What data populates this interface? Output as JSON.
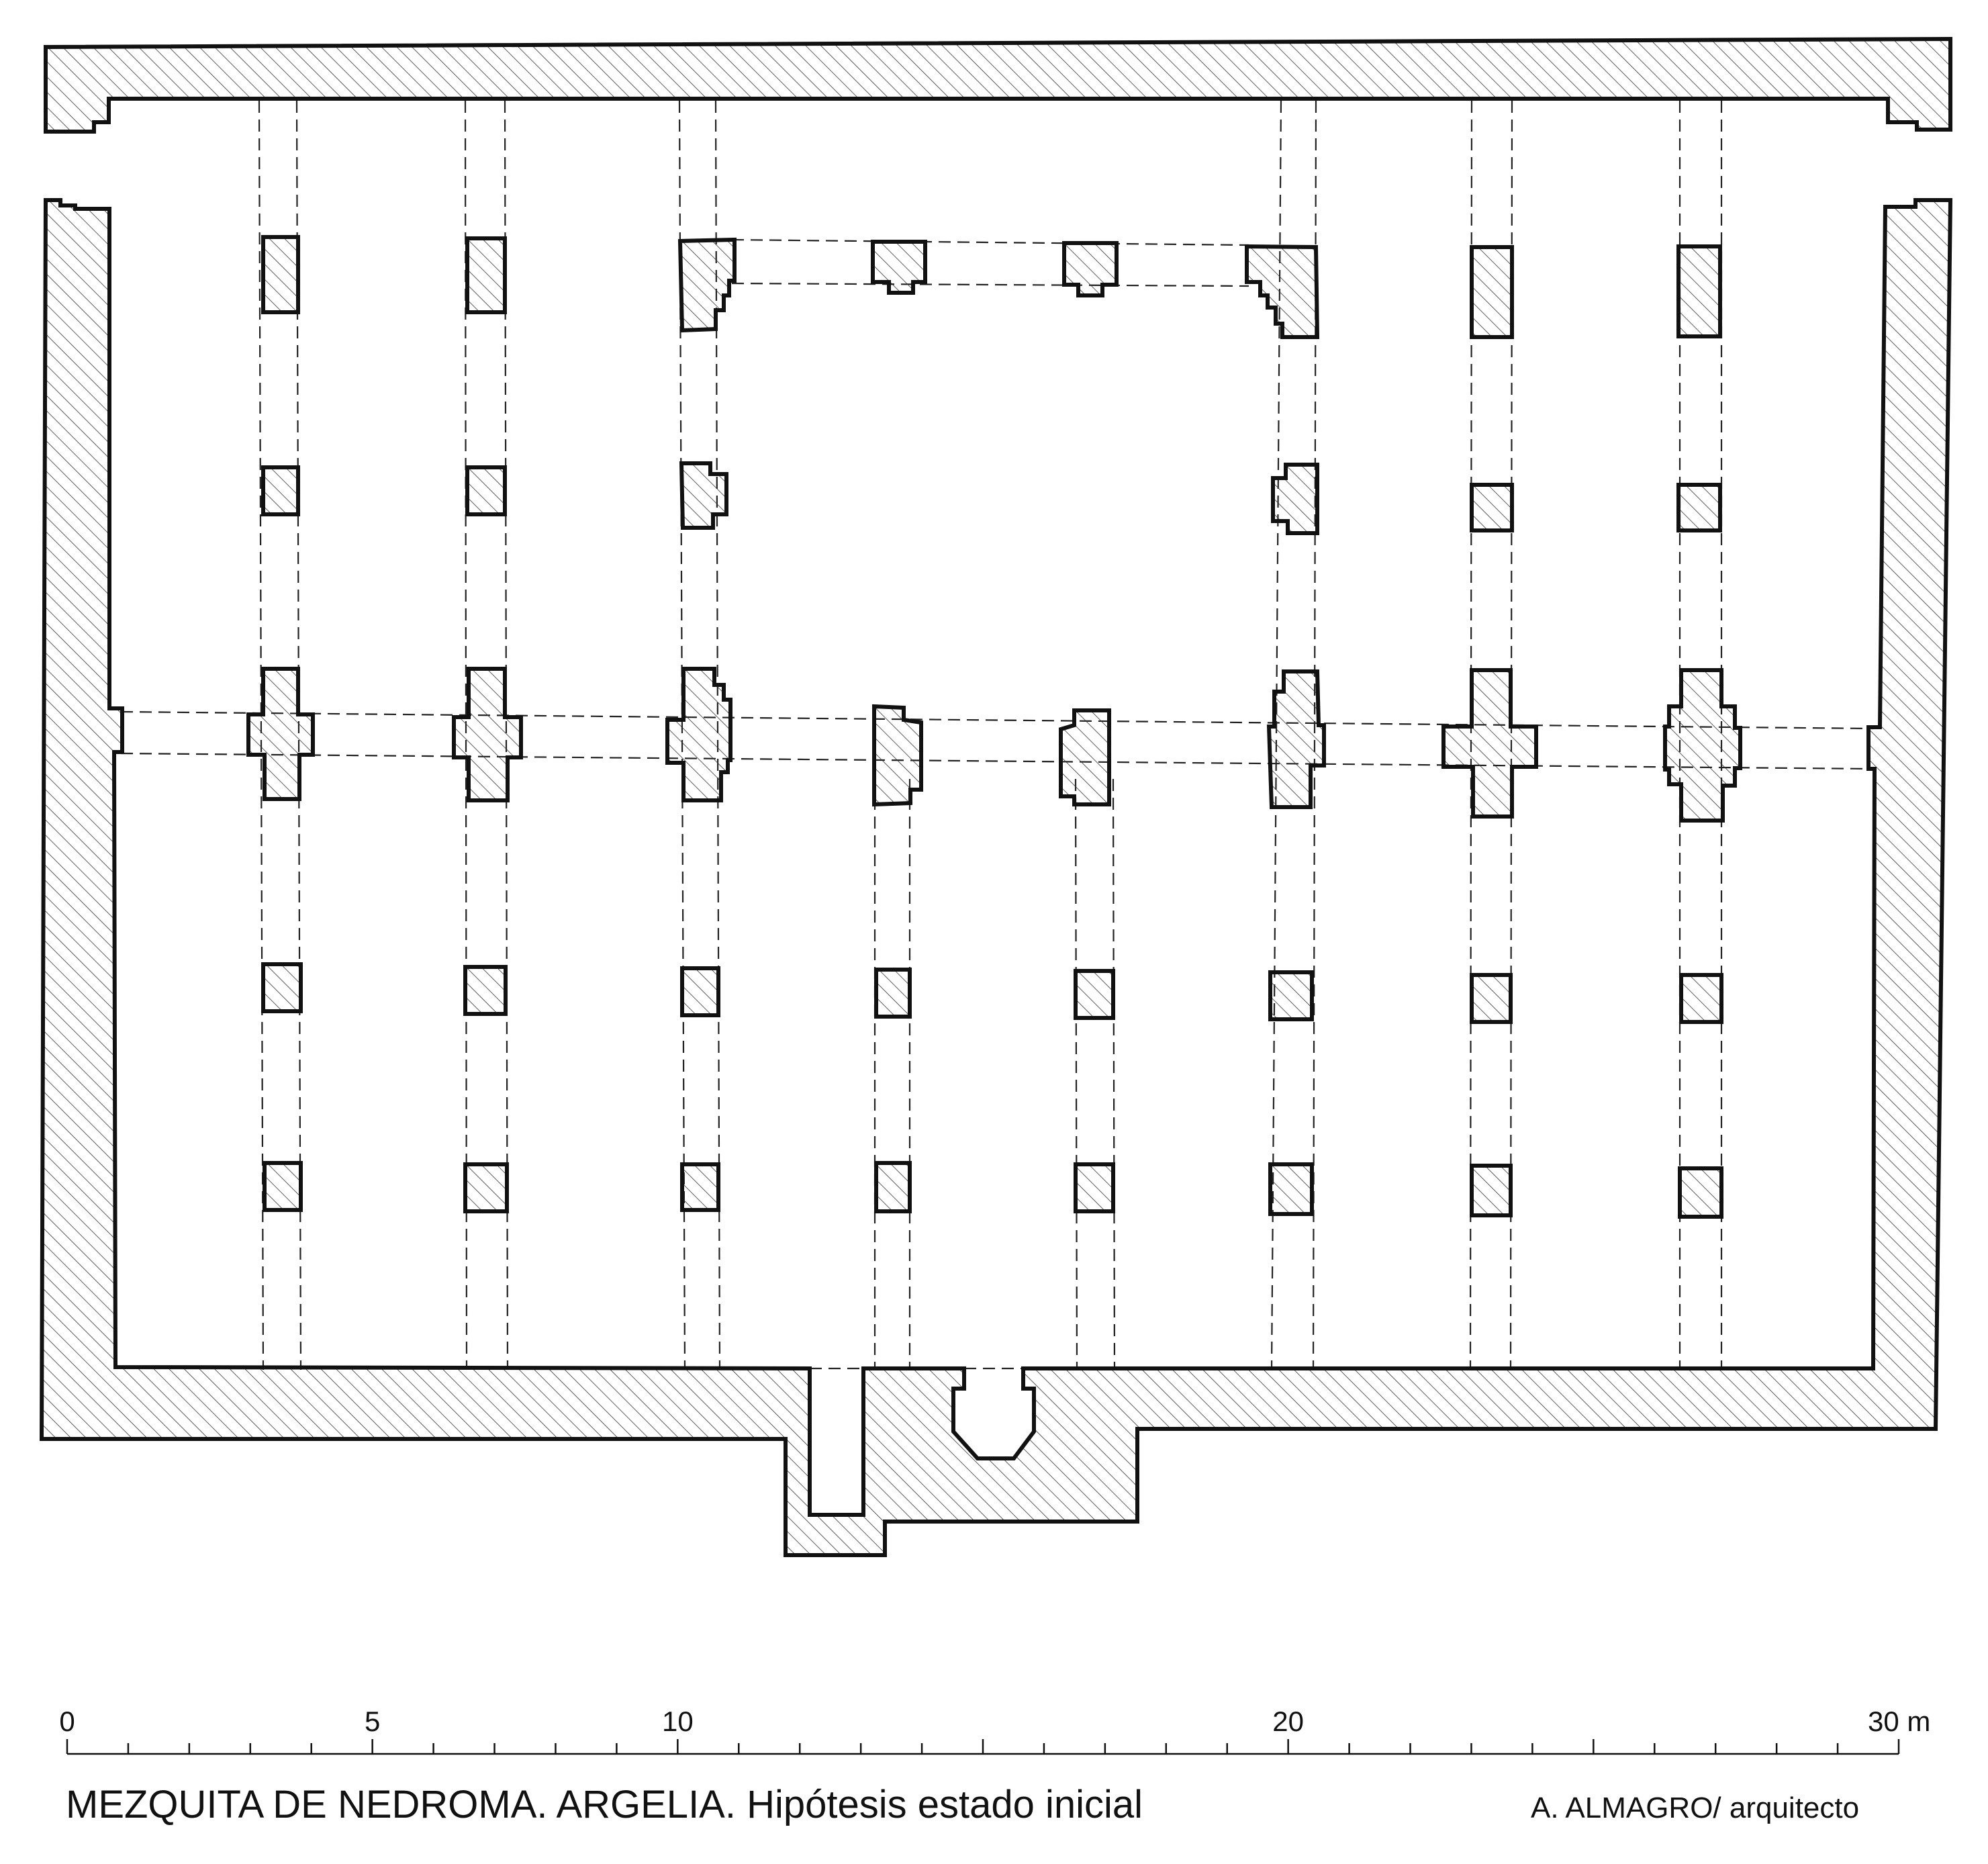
{
  "caption": {
    "title": "MEZQUITA DE NEDROMA. ARGELIA. Hipótesis estado inicial",
    "author": "A. ALMAGRO/ arquitecto"
  },
  "scale_bar": {
    "unit": "m",
    "labels": [
      {
        "value": 0,
        "text": "0"
      },
      {
        "value": 5,
        "text": "5"
      },
      {
        "value": 10,
        "text": "10"
      },
      {
        "value": 20,
        "text": "20"
      },
      {
        "value": 30,
        "text": "30 m"
      }
    ],
    "max": 30
  },
  "colors": {
    "ink": "#111111",
    "background": "#ffffff"
  }
}
